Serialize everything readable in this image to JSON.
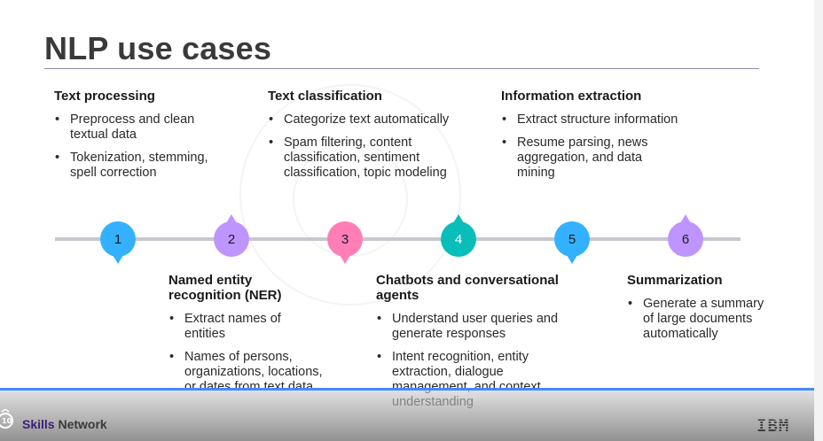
{
  "title": "NLP use cases",
  "top_blocks": [
    {
      "heading": "Text processing",
      "bullets": [
        "Preprocess and clean textual data",
        "Tokenization, stemming, spell correction"
      ]
    },
    {
      "heading": "Text classification",
      "bullets": [
        "Categorize text automatically",
        "Spam filtering, content classification, sentiment classification, topic modeling"
      ]
    },
    {
      "heading": "Information extraction",
      "bullets": [
        "Extract structure information",
        "Resume parsing, news aggregation, and data mining"
      ]
    }
  ],
  "bottom_blocks": [
    {
      "heading": "Named entity recognition (NER)",
      "bullets": [
        "Extract names of entities",
        "Names of persons, organizations, locations, or dates from text data"
      ]
    },
    {
      "heading": "Chatbots and conversational agents",
      "bullets": [
        "Understand user queries and generate responses",
        "Intent recognition, entity extraction, dialogue management, and context understanding"
      ]
    },
    {
      "heading": "Summarization",
      "bullets": [
        "Generate a summary of large documents automatically"
      ]
    }
  ],
  "markers": [
    {
      "label": "1",
      "color": "#33b1ff"
    },
    {
      "label": "2",
      "color": "#be95ff"
    },
    {
      "label": "3",
      "color": "#ff7eb6"
    },
    {
      "label": "4",
      "color": "#08bdba"
    },
    {
      "label": "5",
      "color": "#33b1ff"
    },
    {
      "label": "6",
      "color": "#be95ff"
    }
  ],
  "footer": {
    "brand_first": "Skills",
    "brand_second": "Network",
    "company": "IBM",
    "accent_color": "#4589ff"
  }
}
